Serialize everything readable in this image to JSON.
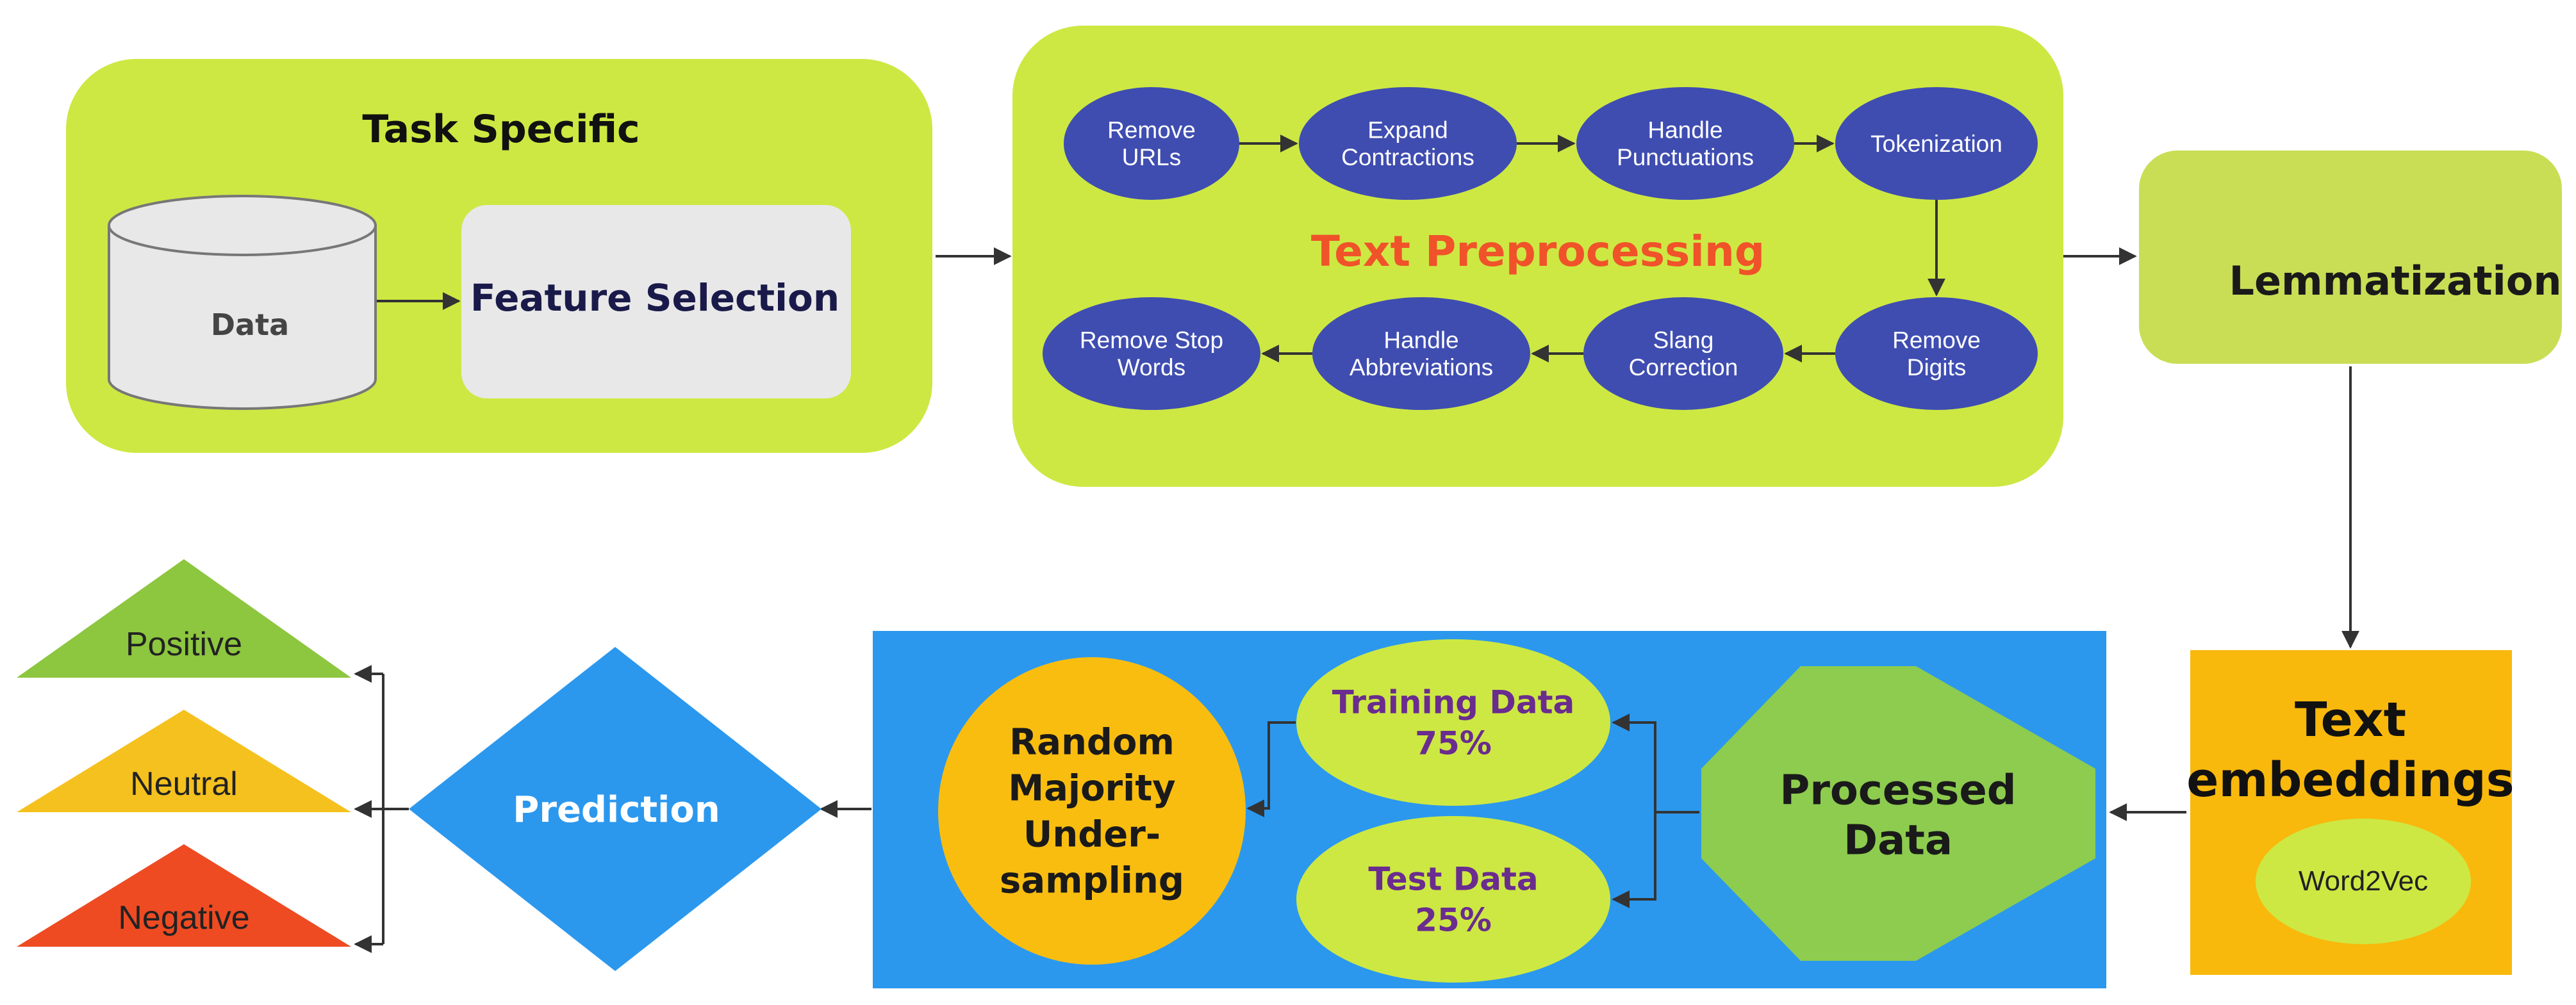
{
  "task_specific": {
    "title": "Task Specific",
    "data_label": "Data",
    "feature_label": "Feature Selection"
  },
  "text_preprocessing": {
    "title": "Text Preprocessing",
    "steps": [
      {
        "label": "Remove\nURLs"
      },
      {
        "label": "Expand\nContractions"
      },
      {
        "label": "Handle\nPunctuations"
      },
      {
        "label": "Tokenization"
      },
      {
        "label": "Remove\nDigits"
      },
      {
        "label": "Slang\nCorrection"
      },
      {
        "label": "Handle\nAbbreviations"
      },
      {
        "label": "Remove Stop\nWords"
      }
    ]
  },
  "lemmatization": {
    "label": "Lemmatization"
  },
  "text_embeddings": {
    "title": "Text\nembeddings",
    "method": "Word2Vec"
  },
  "split_panel": {
    "processed_label": "Processed\nData",
    "training_label": "Training Data\n75%",
    "test_label": "Test Data\n25%",
    "sampling_label": "Random\nMajority\nUnder-\nsampling"
  },
  "prediction": {
    "label": "Prediction"
  },
  "outcomes": [
    {
      "label": "Positive",
      "color": "#8dc63f"
    },
    {
      "label": "Neutral",
      "color": "#f5c11f"
    },
    {
      "label": "Negative",
      "color": "#ee4b23"
    }
  ],
  "colors": {
    "lime": "#cde843",
    "lime_soft": "#c9de55",
    "oval_blue": "#3f4db1",
    "accent_orange": "#f0522a",
    "panel_blue": "#2b98ee",
    "octagon_green": "#8dcc4f",
    "circle_orange": "#f9bd10",
    "embed_orange": "#f9b80c",
    "purple_text": "#6a2c8e",
    "navy_text": "#1a1a4a"
  }
}
